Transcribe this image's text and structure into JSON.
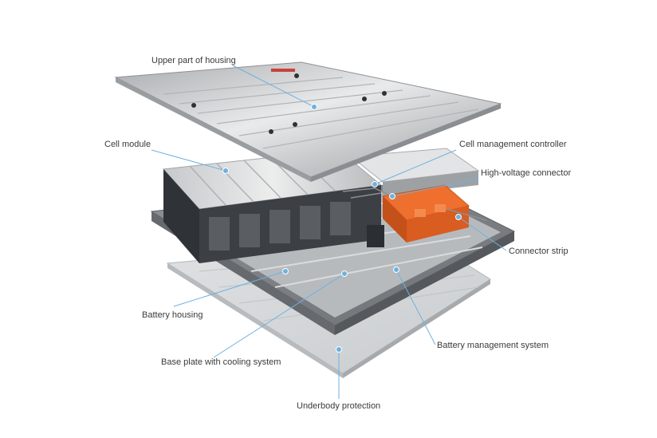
{
  "diagram": {
    "colors": {
      "leader_line": "#6fb1e0",
      "marker": "#6fb1e0",
      "label_text": "#3a3a3a",
      "housing": "#b9bcbf",
      "module": "#d3d5d7",
      "module_dark": "#3c3f44",
      "controller_orange": "#ee6a2a",
      "base_plate": "#e7e9eb"
    },
    "labels": {
      "upper_housing": "Upper part of housing",
      "cell_module": "Cell module",
      "cell_management_controller": "Cell management controller",
      "high_voltage_connector": "High-voltage connector",
      "connector_strip": "Connector strip",
      "battery_housing": "Battery housing",
      "battery_management_system": "Battery management system",
      "base_plate_cooling": "Base plate with cooling system",
      "underbody_protection": "Underbody protection"
    }
  }
}
